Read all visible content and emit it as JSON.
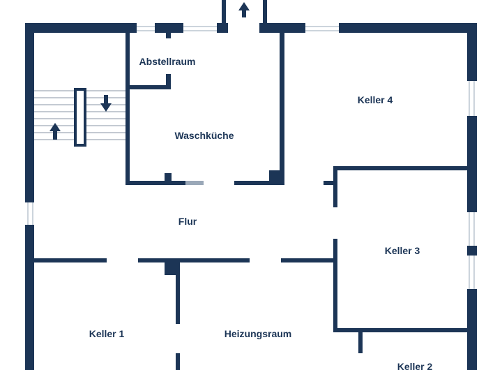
{
  "floorplan": {
    "colors": {
      "wall": "#1c3556",
      "background": "#ffffff",
      "window_line": "#9aa8b8",
      "door_marker": "#9aa8b8",
      "stair_line": "#8a96a6"
    },
    "rooms": {
      "abstellraum": "Abstellraum",
      "waschkueche": "Waschküche",
      "keller4": "Keller 4",
      "flur": "Flur",
      "keller3": "Keller 3",
      "keller1": "Keller 1",
      "heizungsraum": "Heizungsraum",
      "keller2": "Keller 2"
    },
    "icons": {
      "stair_up": "arrow-up-icon",
      "stair_down": "arrow-down-icon",
      "exit_up": "arrow-up-icon"
    }
  }
}
